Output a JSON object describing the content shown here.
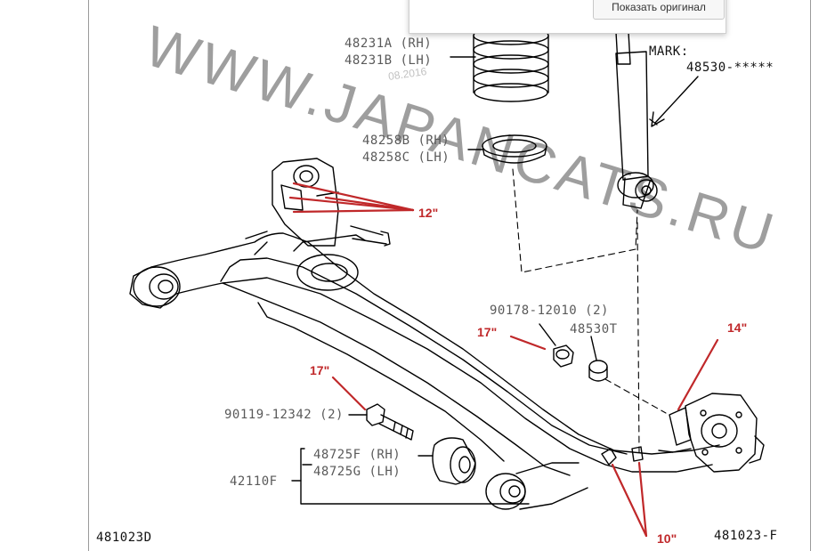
{
  "popup": {
    "button_label": "Показать оригинал"
  },
  "watermark": {
    "text": "WWW.JAPANCATS.RU",
    "date": "08.2016"
  },
  "mark": {
    "label": "MARK:",
    "code": "48530-*****"
  },
  "parts": {
    "spring": [
      "48231A (RH)",
      "48231B (LH)"
    ],
    "seat": [
      "48258B (RH)",
      "48258C (LH)"
    ],
    "nut": "90178-12010 (2)",
    "bumper": "48530T",
    "bolt": "90119-12342 (2)",
    "bushing": [
      "48725F (RH)",
      "48725G (LH)"
    ],
    "beam": "42110F"
  },
  "sizes": {
    "bracket_bolts": "12\"",
    "nut": "17\"",
    "bolt": "17\"",
    "hub_bolt": "14\"",
    "lower_bolts": "10\""
  },
  "codes": {
    "left": "481023D",
    "right": "481023-F"
  },
  "colors": {
    "annotation": "#c0282a",
    "line": "#000000",
    "label": "#5a5a5a"
  }
}
